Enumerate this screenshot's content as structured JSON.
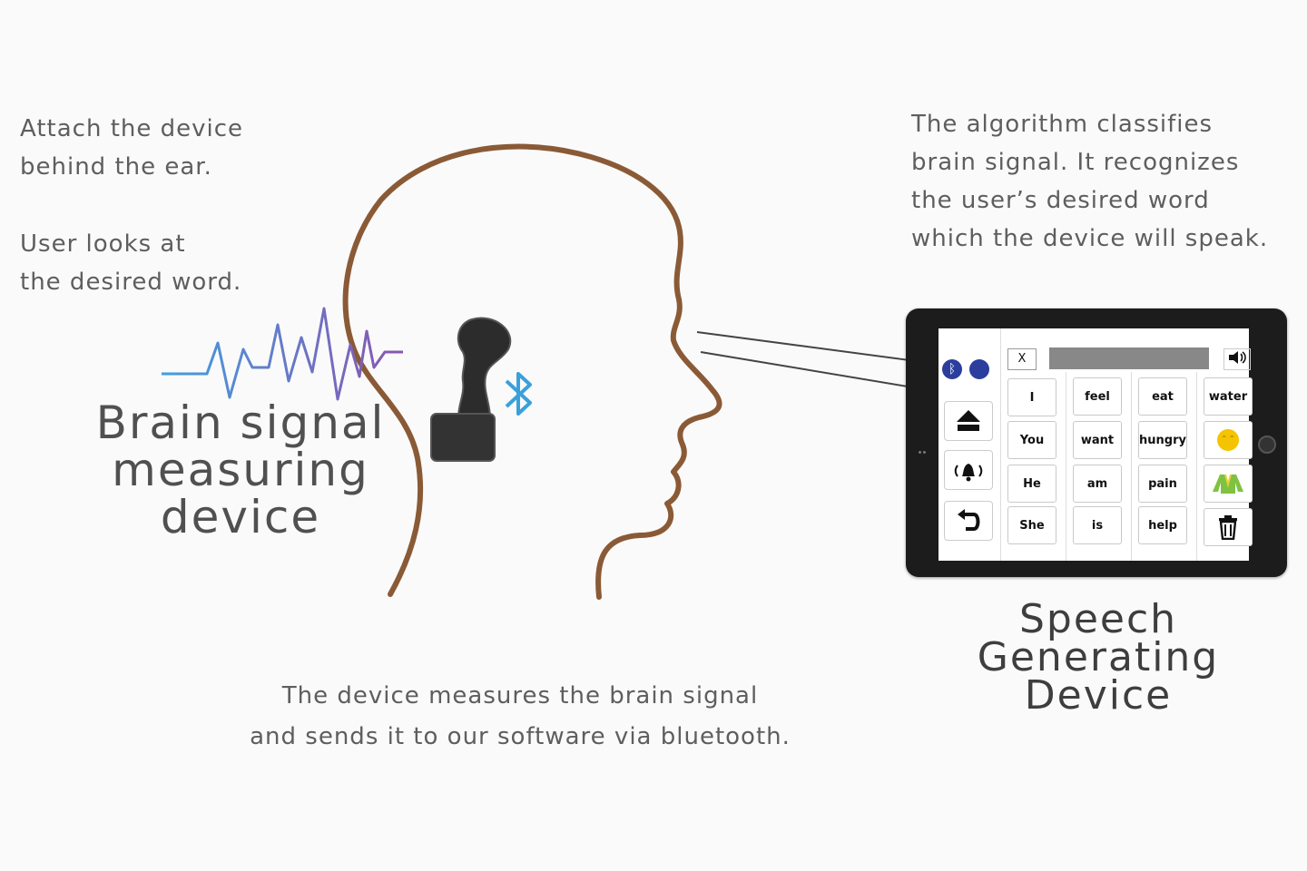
{
  "left_text": {
    "line1": "Attach the device",
    "line2": "behind the ear.",
    "line3": "User looks at",
    "line4": "the desired word."
  },
  "right_text": {
    "line1": "The algorithm classifies",
    "line2": "brain signal. It recognizes",
    "line3": "the user’s desired word",
    "line4": "which the device will speak."
  },
  "bottom_text": {
    "line1": "The device measures the brain signal",
    "line2": "and sends it to our software via bluetooth."
  },
  "brain_title": {
    "line1": "Brain signal",
    "line2": "measuring",
    "line3": "device"
  },
  "sgd_title": {
    "line1": "Speech Generating",
    "line2": "Device"
  },
  "tablet": {
    "close_label": "X",
    "words": [
      [
        "I",
        "feel",
        "eat",
        "water"
      ],
      [
        "You",
        "want",
        "hungry",
        ""
      ],
      [
        "He",
        "am",
        "pain",
        ""
      ],
      [
        "She",
        "is",
        "help",
        ""
      ]
    ]
  },
  "colors": {
    "head_outline": "#8a5a36",
    "bluetooth": "#3aa0dc",
    "wave_start": "#3fa0e0",
    "wave_end": "#8a55b0"
  },
  "icons": [
    "bluetooth-icon",
    "home-icon",
    "alarm-bell-icon",
    "undo-icon",
    "speaker-icon",
    "smiley-icon",
    "shirt-icon",
    "trash-icon"
  ]
}
